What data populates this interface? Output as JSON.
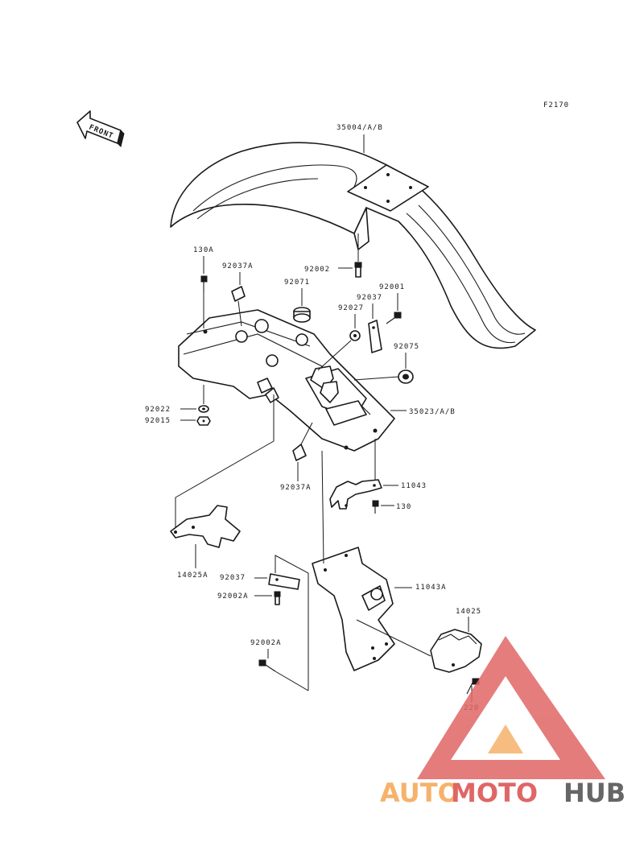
{
  "figure_code": "F2170",
  "front_arrow_label": "FRONT",
  "parts": {
    "rear_fender": "35004/A/B",
    "fender_front_section": "35023/A/B",
    "bolt_130A": "130A",
    "bolt_130": "130",
    "bolt_220": "220",
    "bolt_92002": "92002",
    "bolt_92002A_upper": "92002A",
    "bolt_92002A_lower": "92002A",
    "grommet_92037A_top": "92037A",
    "grommet_92037A_bottom": "92037A",
    "grommet_92071": "92071",
    "nut_92027": "92027",
    "clamp_92037_upper": "92037",
    "clamp_92037_lower": "92037",
    "bolt_92001": "92001",
    "grommet_92075": "92075",
    "washer_92022": "92022",
    "nut_92015": "92015",
    "bracket_11043": "11043",
    "bracket_11043A": "11043A",
    "cover_14025": "14025",
    "cover_14025A": "14025A"
  },
  "watermark": {
    "word_part1": "AUTO",
    "word_part2": "MOTO",
    "word_part3": "HUB",
    "color_orange": "#f6b26b",
    "color_red": "#e06666",
    "color_gray": "#666666"
  }
}
